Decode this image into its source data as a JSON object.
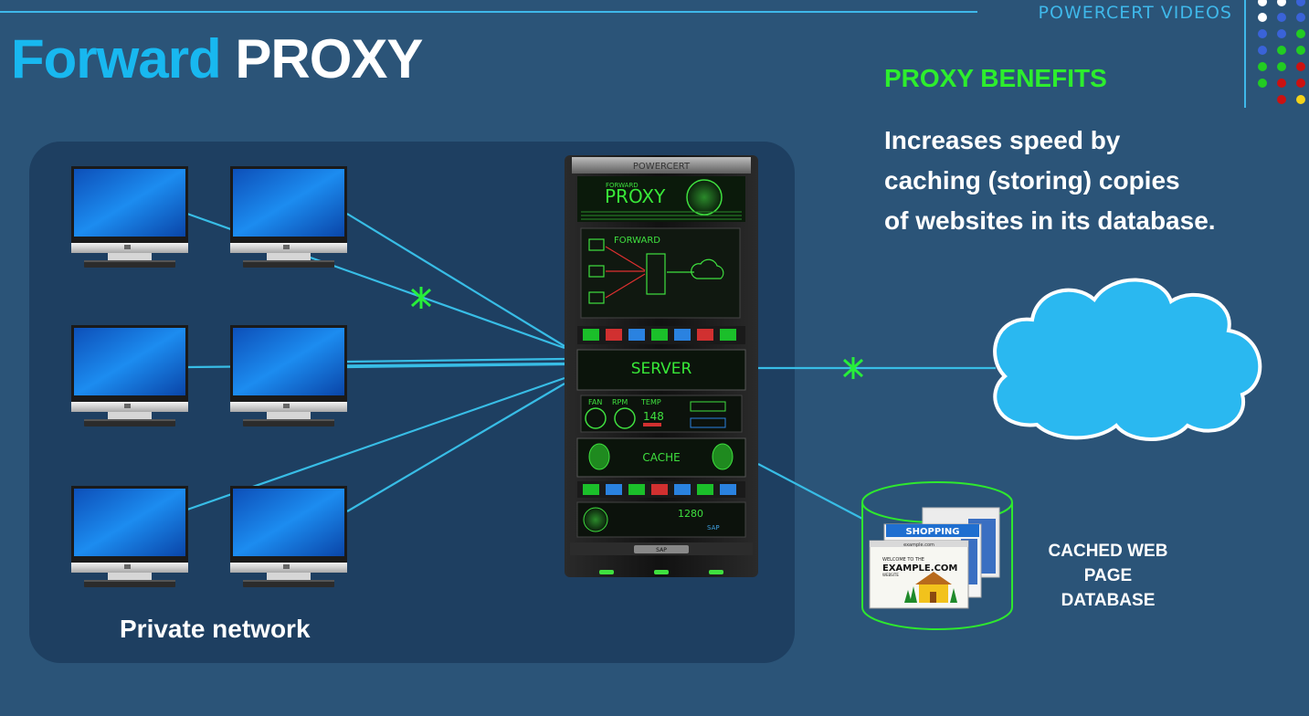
{
  "brand": "POWERCERT VIDEOS",
  "title": {
    "word1": "Forward",
    "word2": "PROXY"
  },
  "benefits": {
    "heading": "PROXY BENEFITS",
    "lines": [
      "Increases speed by",
      "caching (storing) copies",
      "of websites in its database."
    ]
  },
  "network_label": "Private network",
  "cache_db": {
    "label_line1": "CACHED WEB PAGE",
    "label_line2": "DATABASE",
    "page_tab": "SHOPPING",
    "page_url": "example.com",
    "page_welcome": "WELCOME TO THE",
    "page_site": "EXAMPLE.COM",
    "page_sub": "WEBSITE"
  },
  "server_rack": {
    "brand": "POWERCERT",
    "header_small": "FORWARD",
    "header_big": "PROXY",
    "panel1_label": "FORWARD",
    "main_label": "SERVER",
    "fan_label": "FAN",
    "rpm_label": "RPM",
    "temp_label": "TEMP",
    "temp_value": "148",
    "cache_label": "CACHE",
    "readout": "1280",
    "sap_label": "SAP"
  },
  "colors": {
    "background": "#2b5478",
    "panel": "#1e3f61",
    "title_accent": "#18b8f0",
    "benefit_green": "#2dee2d",
    "link_line": "#38bde6",
    "cloud": "#2ab8f0"
  }
}
